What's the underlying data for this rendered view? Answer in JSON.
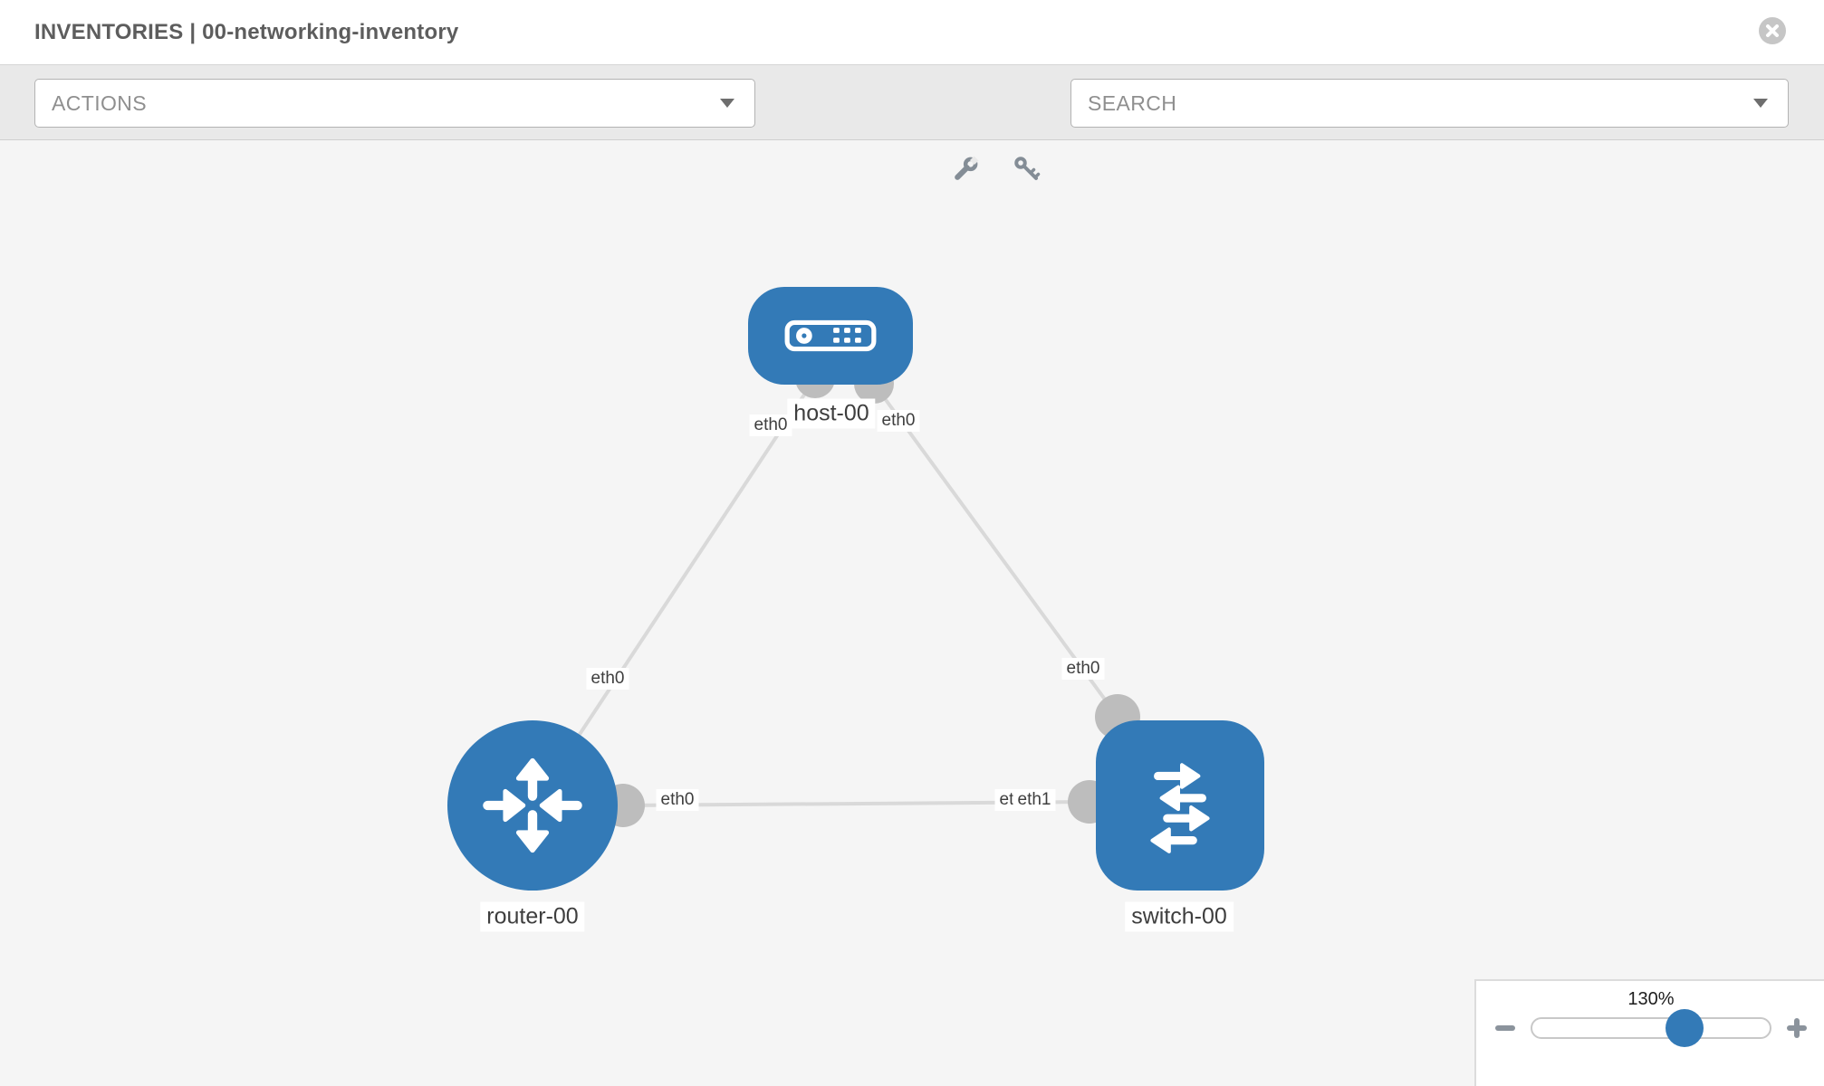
{
  "header": {
    "title": "INVENTORIES | 00-networking-inventory"
  },
  "toolbar": {
    "actions_label": "ACTIONS",
    "search_label": "SEARCH"
  },
  "zoom_control": {
    "level": "130%"
  },
  "topology": {
    "nodes": [
      {
        "id": "host-00",
        "type": "host",
        "label": "host-00"
      },
      {
        "id": "router-00",
        "type": "router",
        "label": "router-00"
      },
      {
        "id": "switch-00",
        "type": "switch",
        "label": "switch-00"
      }
    ],
    "links": [
      {
        "from": "router-00",
        "from_interface": "eth0",
        "to": "host-00",
        "to_interface": "eth0"
      },
      {
        "from": "host-00",
        "from_interface": "eth0",
        "to": "switch-00",
        "to_interface": "eth0"
      },
      {
        "from": "router-00",
        "from_interface": "eth0",
        "to": "switch-00",
        "to_interface": "eth1",
        "to_interface_overlapped_label": "eth0"
      }
    ]
  },
  "colors": {
    "node_blue": "#337ab7",
    "link_gray": "#d9d9d9",
    "connector_gray": "#bdbdbd",
    "toolbar_bg": "#e9e9e9",
    "canvas_bg": "#f5f5f5",
    "slider_thumb_blue": "#337ab7"
  }
}
